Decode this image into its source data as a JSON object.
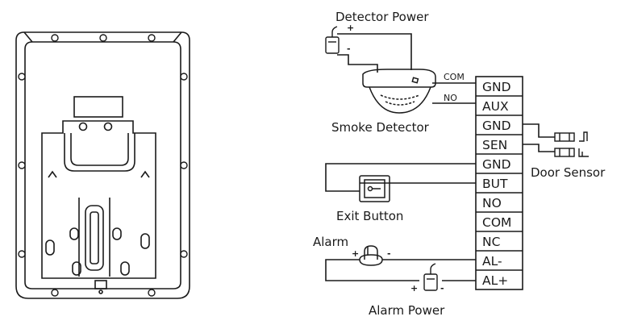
{
  "labels": {
    "detector_power": "Detector Power",
    "smoke_detector": "Smoke Detector",
    "door_sensor": "Door Sensor",
    "exit_button": "Exit Button",
    "alarm": "Alarm",
    "alarm_power": "Alarm Power",
    "com": "COM",
    "no": "NO"
  },
  "terminals": [
    "GND",
    "AUX",
    "GND",
    "SEN",
    "GND",
    "BUT",
    "NO",
    "COM",
    "NC",
    "AL-",
    "AL+"
  ],
  "signs": {
    "plus": "+",
    "minus": "-"
  }
}
